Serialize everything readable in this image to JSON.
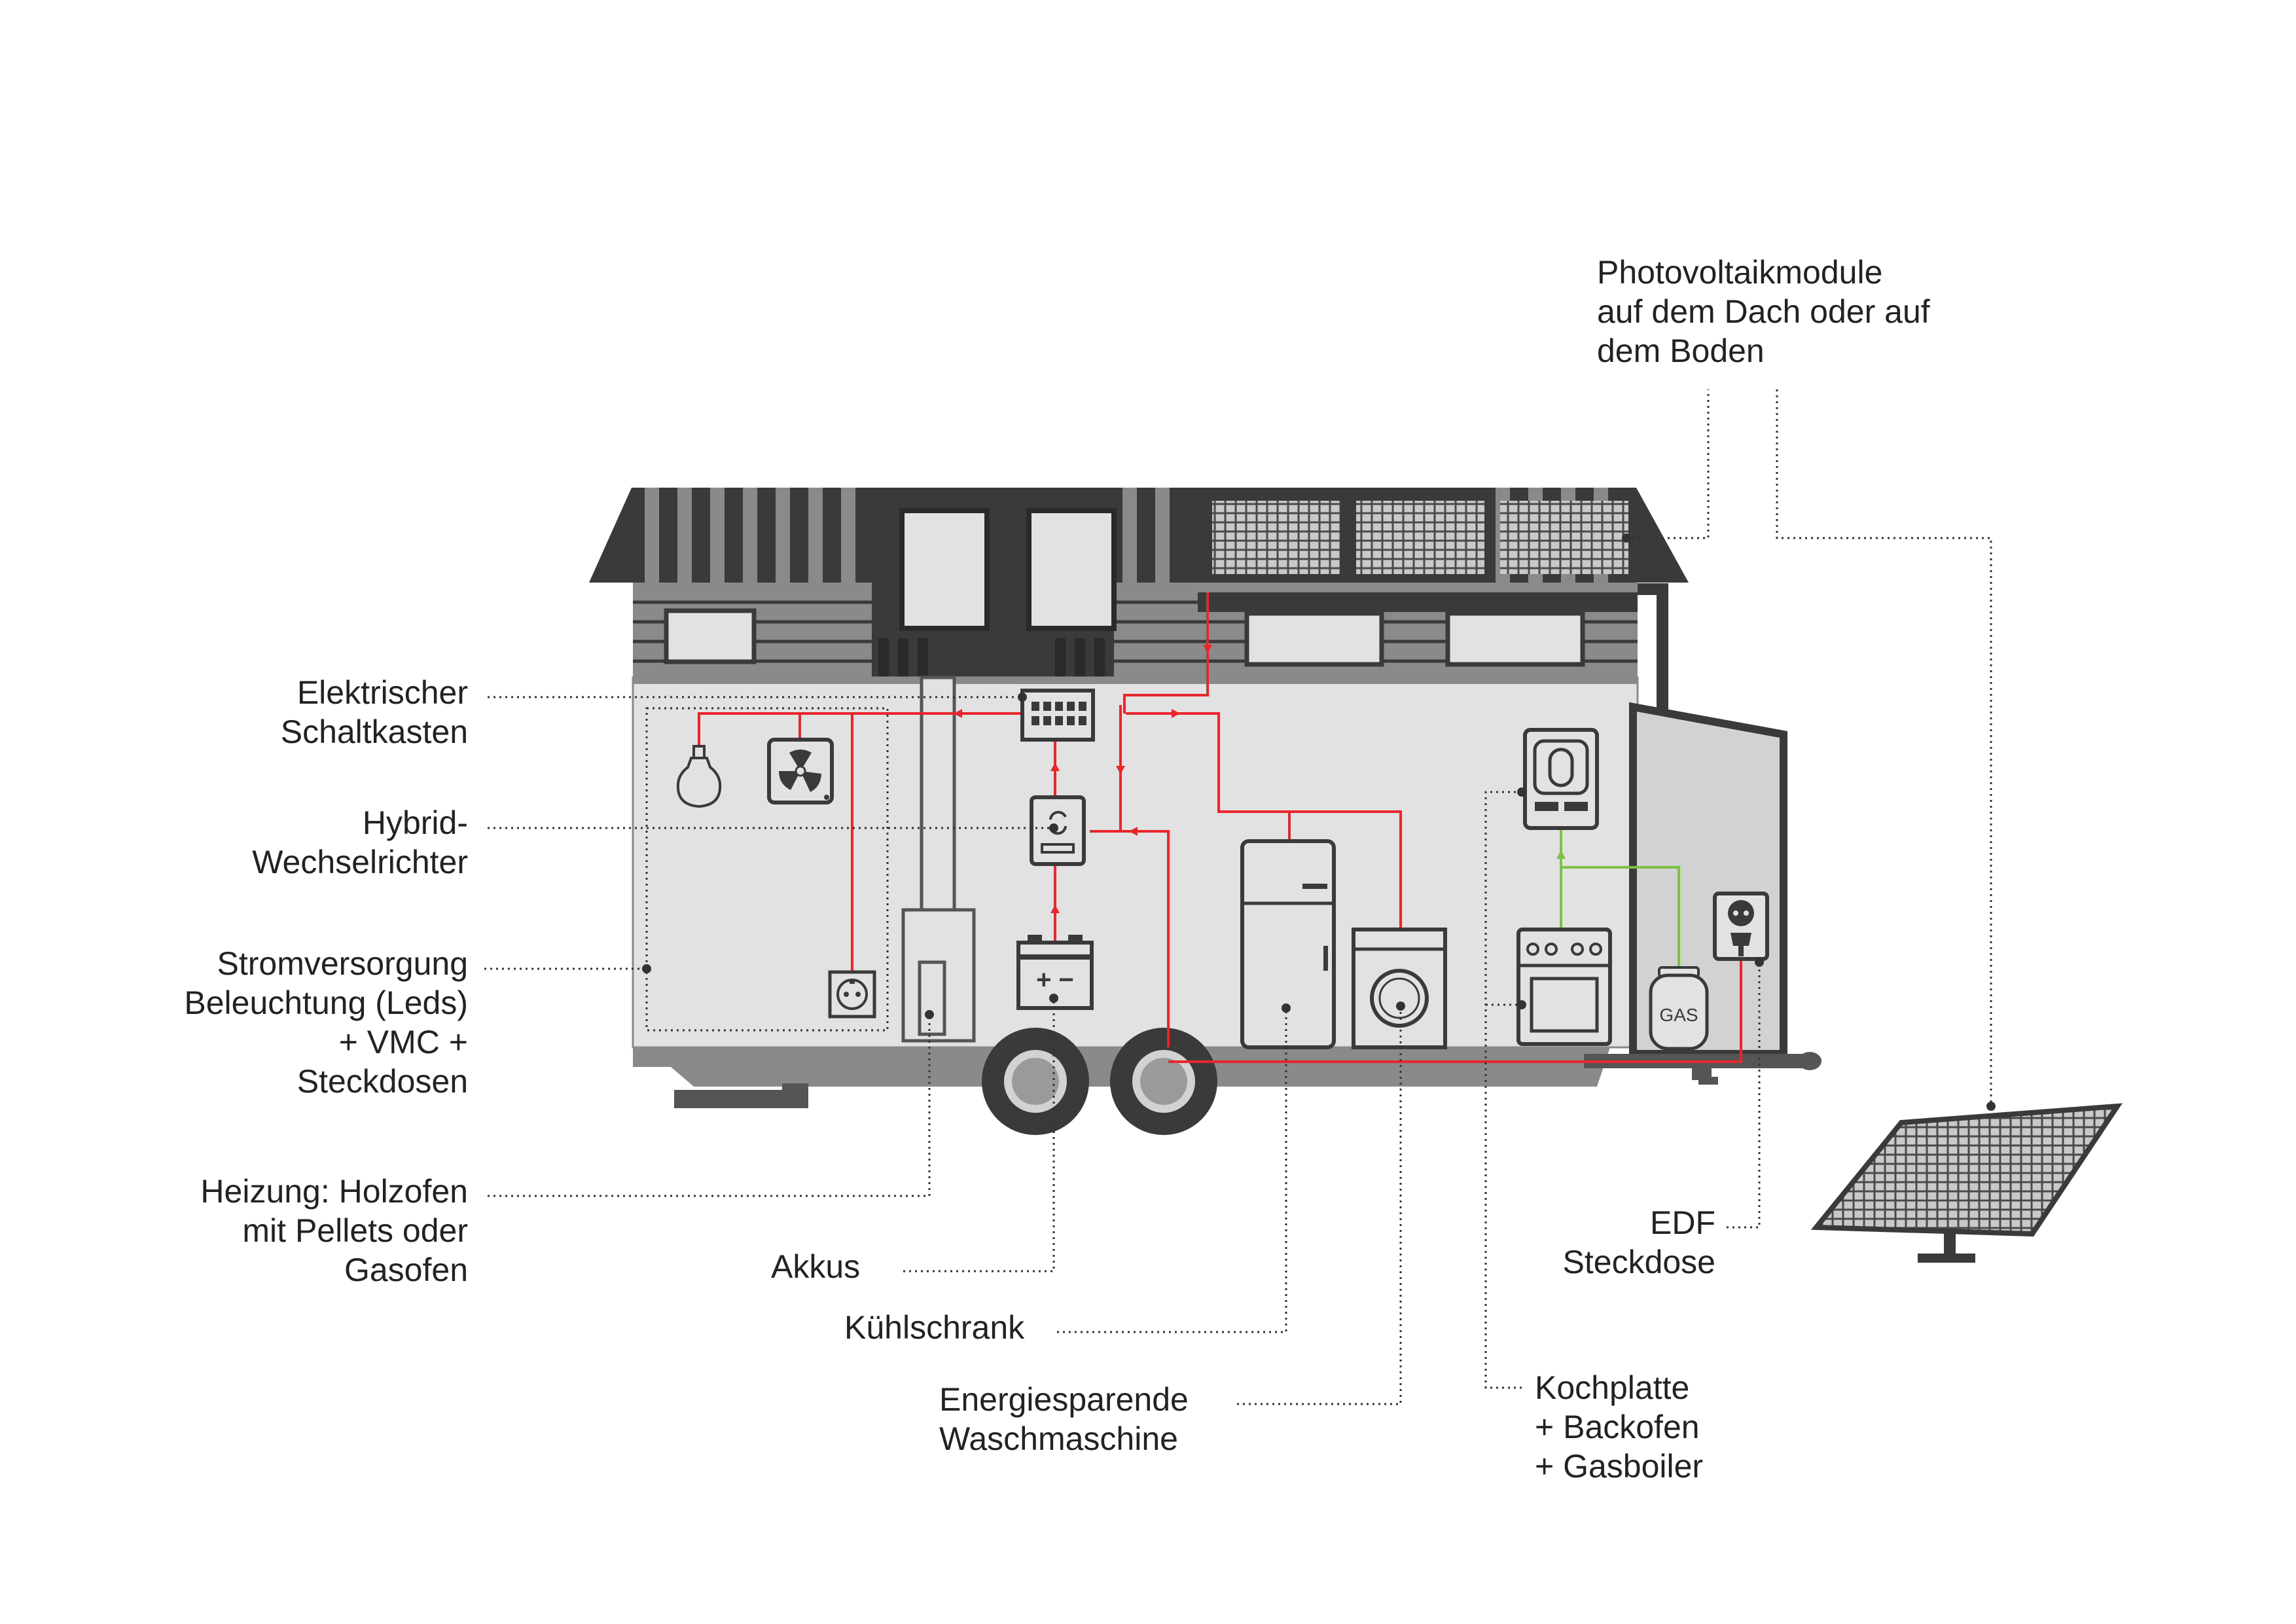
{
  "labels": {
    "pv": [
      "Photovoltaikmodule",
      "auf dem Dach oder auf",
      "dem Boden"
    ],
    "schaltkasten": [
      "Elektrischer",
      "Schaltkasten"
    ],
    "wechselrichter": [
      "Hybrid-",
      "Wechselrichter"
    ],
    "stromversorgung": [
      "Stromversorgung",
      "Beleuchtung (Leds)",
      "+ VMC +",
      "Steckdosen"
    ],
    "heizung": [
      "Heizung: Holzofen",
      "mit Pellets oder",
      "Gasofen"
    ],
    "akkus": "Akkus",
    "kuehlschrank": "Kühlschrank",
    "waschmaschine": [
      "Energiesparende",
      "Waschmaschine"
    ],
    "edf": [
      "EDF",
      "Steckdose"
    ],
    "kochplatte": [
      "Kochplatte",
      "+ Backofen",
      "+ Gasboiler"
    ],
    "gas_tank": "GAS",
    "battery_sign": "+ −"
  },
  "colors": {
    "dark": "#3a3a3a",
    "mid": "#8a8a8a",
    "light": "#e2e2e2",
    "wire_power": "#e8262b",
    "wire_gas": "#7cc242",
    "leader": "#333333"
  }
}
